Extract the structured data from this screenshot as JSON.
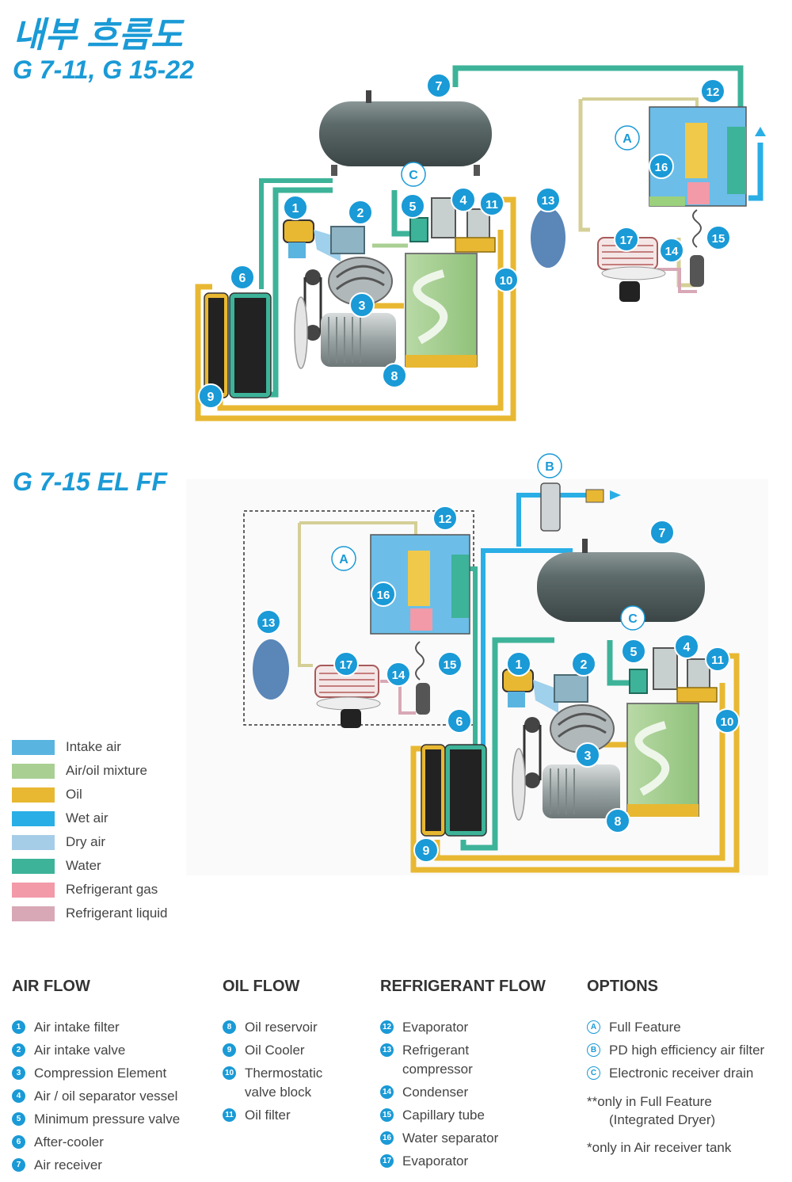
{
  "title_ko": "내부 흐름도",
  "title_models_1": "G 7-11, G 15-22",
  "title_models_2": "G 7-15 EL FF",
  "colors": {
    "intake_air": "#5ab4e0",
    "air_oil_mixture": "#a9cf93",
    "oil": "#e8b832",
    "wet_air": "#2aaee6",
    "dry_air": "#a6cde8",
    "water": "#3db399",
    "refrigerant_gas": "#f29aa8",
    "refrigerant_liquid": "#d8a8b6",
    "marker": "#1a9ad6"
  },
  "legend": [
    {
      "label": "Intake air",
      "color": "#5ab4e0"
    },
    {
      "label": "Air/oil mixture",
      "color": "#a9cf93"
    },
    {
      "label": "Oil",
      "color": "#e8b832"
    },
    {
      "label": "Wet air",
      "color": "#2aaee6"
    },
    {
      "label": "Dry air",
      "color": "#a6cde8"
    },
    {
      "label": "Water",
      "color": "#3db399"
    },
    {
      "label": "Refrigerant gas",
      "color": "#f29aa8"
    },
    {
      "label": "Refrigerant liquid",
      "color": "#d8a8b6"
    }
  ],
  "markers": {
    "n1": "1",
    "n2": "2",
    "n3": "3",
    "n4": "4",
    "n5": "5",
    "n6": "6",
    "n7": "7",
    "n8": "8",
    "n9": "9",
    "n10": "10",
    "n11": "11",
    "n12": "12",
    "n13": "13",
    "n14": "14",
    "n15": "15",
    "n16": "16",
    "n17": "17",
    "oA": "A",
    "oB": "B",
    "oC": "C"
  },
  "columns": {
    "air_flow": {
      "heading": "AIR FLOW",
      "items": [
        {
          "num": "1",
          "label": "Air intake filter"
        },
        {
          "num": "2",
          "label": "Air intake valve"
        },
        {
          "num": "3",
          "label": "Compression Element"
        },
        {
          "num": "4",
          "label": "Air / oil separator vessel"
        },
        {
          "num": "5",
          "label": "Minimum pressure valve"
        },
        {
          "num": "6",
          "label": "After-cooler"
        },
        {
          "num": "7",
          "label": "Air receiver"
        }
      ]
    },
    "oil_flow": {
      "heading": "OIL FLOW",
      "items": [
        {
          "num": "8",
          "label": "Oil reservoir"
        },
        {
          "num": "9",
          "label": "Oil Cooler"
        },
        {
          "num": "10",
          "label": "Thermostatic valve block"
        },
        {
          "num": "11",
          "label": "Oil filter"
        }
      ]
    },
    "refrigerant_flow": {
      "heading": "REFRIGERANT FLOW",
      "items": [
        {
          "num": "12",
          "label": "Evaporator"
        },
        {
          "num": "13",
          "label": "Refrigerant compressor"
        },
        {
          "num": "14",
          "label": "Condenser"
        },
        {
          "num": "15",
          "label": "Capillary tube"
        },
        {
          "num": "16",
          "label": "Water separator"
        },
        {
          "num": "17",
          "label": "Evaporator"
        }
      ]
    },
    "options": {
      "heading": "OPTIONS",
      "items": [
        {
          "num": "A",
          "label": "Full Feature"
        },
        {
          "num": "B",
          "label": "PD high efficiency air filter"
        },
        {
          "num": "C",
          "label": "Electronic receiver drain"
        }
      ],
      "note1_line1": "**only in Full Feature",
      "note1_line2": "(Integrated Dryer)",
      "note2": "*only in Air receiver tank"
    }
  }
}
